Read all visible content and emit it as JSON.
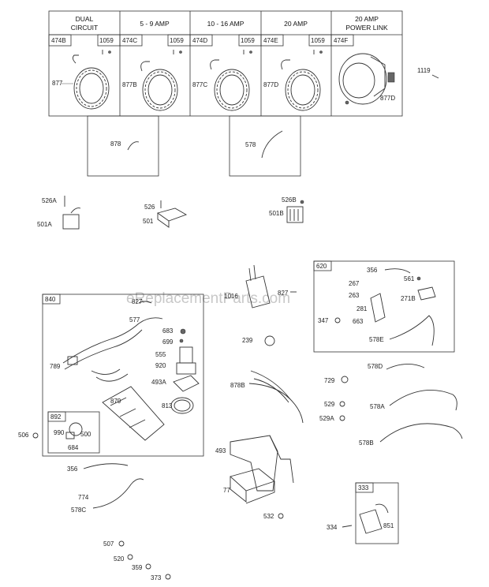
{
  "watermark": "eReplacementParts.com",
  "table": {
    "headers": [
      {
        "line1": "DUAL",
        "line2": "CIRCUIT"
      },
      {
        "line1": "5 - 9 AMP",
        "line2": ""
      },
      {
        "line1": "10 - 16 AMP",
        "line2": ""
      },
      {
        "line1": "20 AMP",
        "line2": ""
      },
      {
        "line1": "20 AMP",
        "line2": "POWER LINK"
      }
    ],
    "cells": [
      {
        "code": "474B",
        "sub": "1059",
        "alt": "877"
      },
      {
        "code": "474C",
        "sub": "1059",
        "alt": "877B"
      },
      {
        "code": "474D",
        "sub": "1059",
        "alt": "877C"
      },
      {
        "code": "474E",
        "sub": "1059",
        "alt": "877D"
      },
      {
        "code": "474F",
        "sub": "",
        "alt": "877D"
      }
    ]
  },
  "callouts": {
    "p1119": "1119",
    "p878": "878",
    "p578": "578",
    "p526A": "526A",
    "p501A": "501A",
    "p526": "526",
    "p501": "501",
    "p526B": "526B",
    "p501B": "501B",
    "p840": "840",
    "p827a": "827",
    "p577": "577",
    "p683": "683",
    "p699": "699",
    "p555": "555",
    "p920": "920",
    "p493A": "493A",
    "p789": "789",
    "p879": "879",
    "p813": "813",
    "p892": "892",
    "p990": "990",
    "p500": "500",
    "p684": "684",
    "p506": "506",
    "p1016": "1016",
    "p827b": "827",
    "p239": "239",
    "p878B": "878B",
    "p620": "620",
    "p356a": "356",
    "p561": "561",
    "p267": "267",
    "p263": "263",
    "p281": "281",
    "p271B": "271B",
    "p347": "347",
    "p663": "663",
    "p578E": "578E",
    "p578D": "578D",
    "p729": "729",
    "p529": "529",
    "p529A": "529A",
    "p578A": "578A",
    "p578B": "578B",
    "p356b": "356",
    "p774": "774",
    "p578C": "578C",
    "p493": "493",
    "p77": "77",
    "p532": "532",
    "p333": "333",
    "p334": "334",
    "p851": "851",
    "p507": "507",
    "p520": "520",
    "p359": "359",
    "p373": "373"
  }
}
